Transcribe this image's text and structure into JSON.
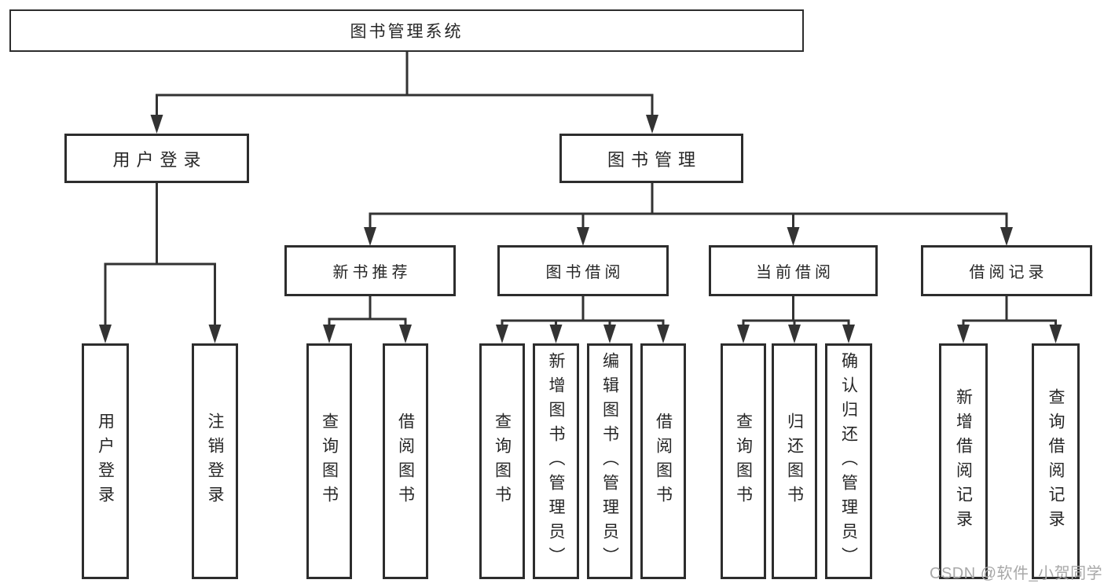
{
  "tree": {
    "label": "图书管理系统",
    "children": [
      {
        "label": "用户登录",
        "children": [
          {
            "label": "用户登录"
          },
          {
            "label": "注销登录"
          }
        ]
      },
      {
        "label": "图书管理",
        "children": [
          {
            "label": "新书推荐",
            "children": [
              {
                "label": "查询图书"
              },
              {
                "label": "借阅图书"
              }
            ]
          },
          {
            "label": "图书借阅",
            "children": [
              {
                "label": "查询图书"
              },
              {
                "label": "新增图书（管理员）"
              },
              {
                "label": "编辑图书（管理员）"
              },
              {
                "label": "借阅图书"
              }
            ]
          },
          {
            "label": "当前借阅",
            "children": [
              {
                "label": "查询图书"
              },
              {
                "label": "归还图书"
              },
              {
                "label": "确认归还（管理员）"
              }
            ]
          },
          {
            "label": "借阅记录",
            "children": [
              {
                "label": "新增借阅记录"
              },
              {
                "label": "查询借阅记录"
              }
            ]
          }
        ]
      }
    ]
  },
  "watermark": "CSDN @软件_小贺同学",
  "colors": {
    "line": "#333333",
    "box_border": "#2d2d2d",
    "text": "#262626",
    "watermark": "#a8a8a8",
    "background": "#ffffff"
  }
}
